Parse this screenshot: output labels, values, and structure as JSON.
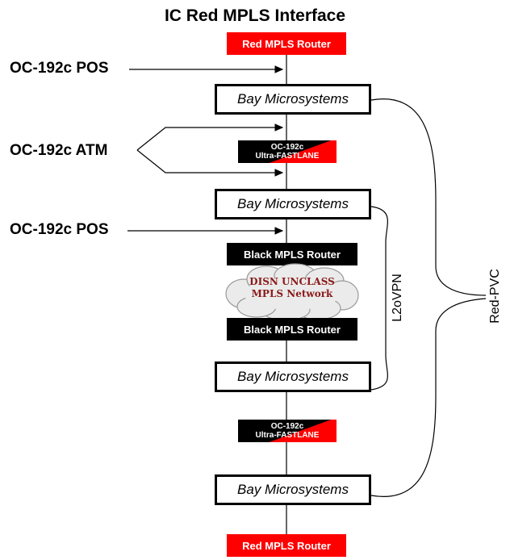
{
  "title": "IC Red MPLS Interface",
  "nodes": {
    "red_router_top": "Red MPLS Router",
    "bay1": "Bay Microsystems",
    "fastlane1": {
      "line1": "OC-192c",
      "line2": "Ultra-FASTLANE"
    },
    "bay2": "Bay Microsystems",
    "black_router_top": "Black MPLS Router",
    "cloud": {
      "line1": "DISN UNCLASS",
      "line2": "MPLS Network"
    },
    "black_router_bottom": "Black MPLS Router",
    "bay3": "Bay Microsystems",
    "fastlane2": {
      "line1": "OC-192c",
      "line2": "Ultra-FASTLANE"
    },
    "bay4": "Bay Microsystems",
    "red_router_bottom": "Red MPLS Router"
  },
  "inputs": {
    "pos1": "OC-192c POS",
    "atm": "OC-192c ATM",
    "pos2": "OC-192c POS"
  },
  "brackets": {
    "l2ovpn": "L2oVPN",
    "red_pvc": "Red-PVC"
  },
  "colors": {
    "red": "#ff0000",
    "black": "#000000",
    "cloud_text": "#8b1a1a"
  }
}
